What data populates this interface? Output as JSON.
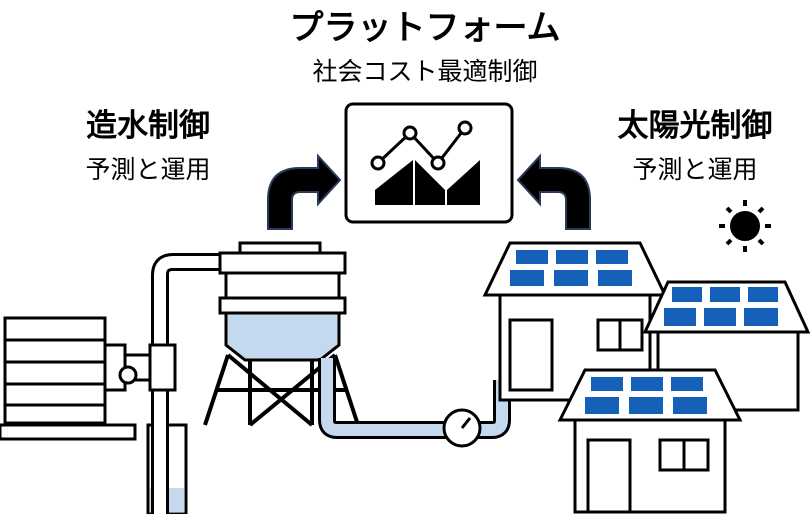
{
  "platform": {
    "title": "プラットフォーム",
    "subtitle": "社会コスト最適制御"
  },
  "water": {
    "title": "造水制御",
    "subtitle": "予測と運用"
  },
  "solar": {
    "title": "太陽光制御",
    "subtitle": "予測と運用"
  },
  "colors": {
    "water": "#c5d9ee",
    "panel": "#1560b8",
    "outline": "#000000",
    "arrow_edge": "#2a3a5a"
  }
}
